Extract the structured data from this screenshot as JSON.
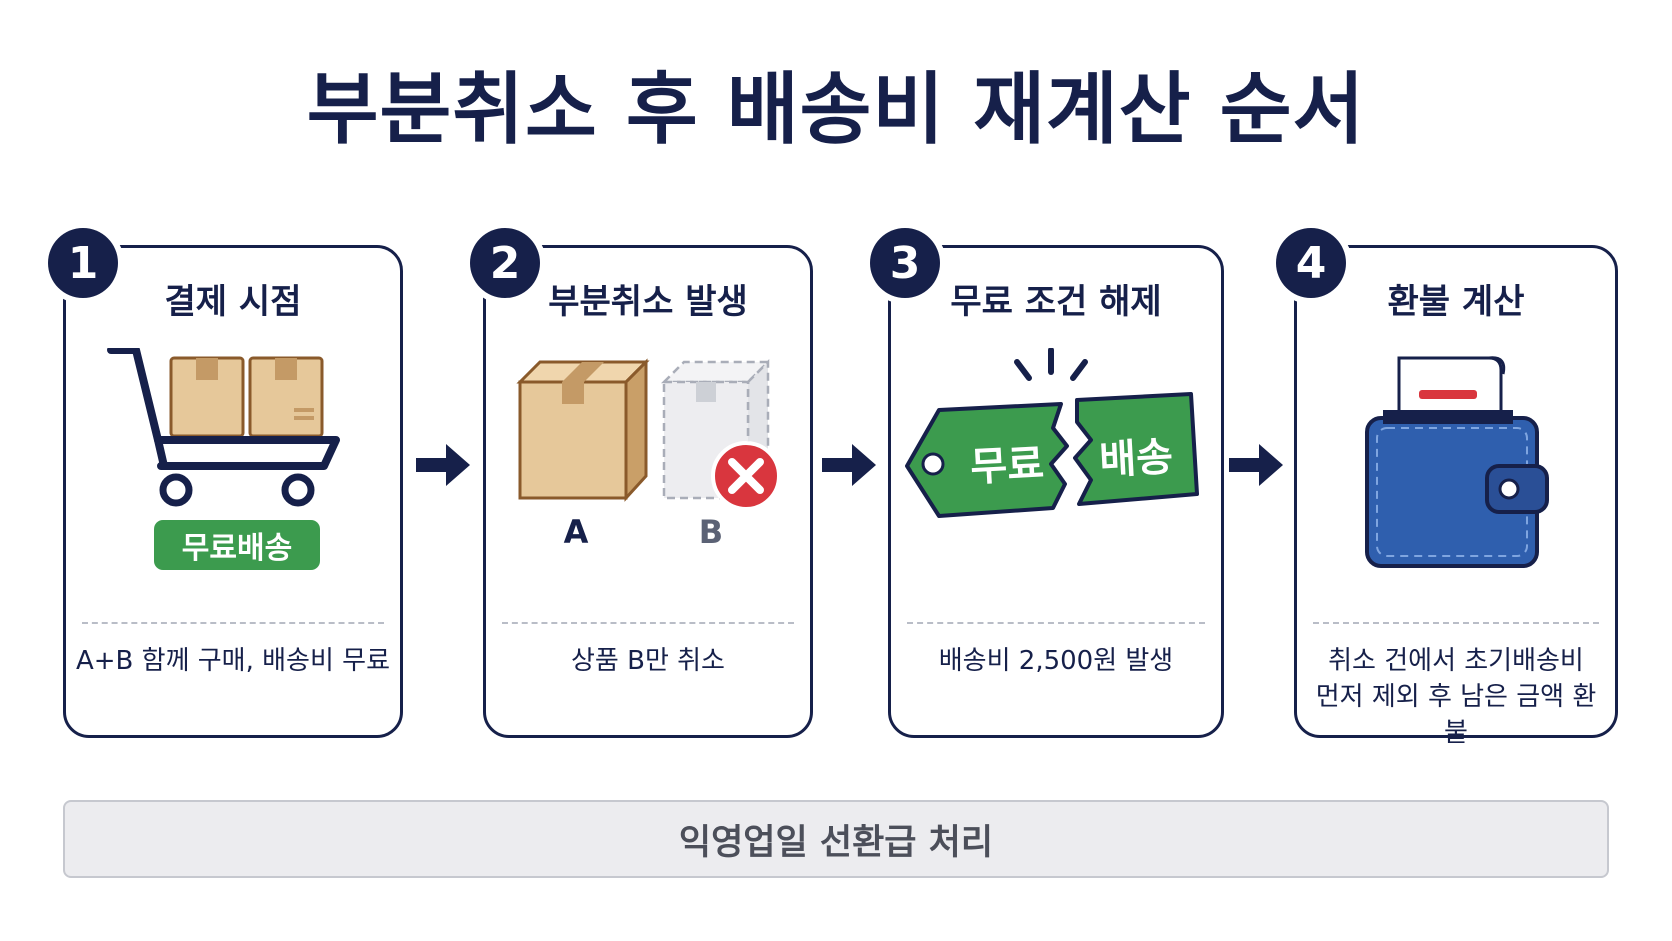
{
  "title": "부분취소 후 배송비 재계산 순서",
  "steps": [
    {
      "number": "1",
      "title": "결제 시점",
      "tag_label": "무료배송",
      "description": "A+B 함께 구매, 배송비 무료",
      "icon": "shopping-cart-icon"
    },
    {
      "number": "2",
      "title": "부분취소 발생",
      "box_a_label": "A",
      "box_b_label": "B",
      "description": "상품 B만 취소",
      "icon": "boxes-cancel-icon"
    },
    {
      "number": "3",
      "title": "무료 조건 해제",
      "tag_left": "무료",
      "tag_right": "배송",
      "description": "배송비 2,500원 발생",
      "icon": "broken-tag-icon"
    },
    {
      "number": "4",
      "title": "환불 계산",
      "description_line1": "취소 건에서 초기배송비",
      "description_line2": "먼저 제외 후 남은 금액 환불",
      "icon": "wallet-icon"
    }
  ],
  "footer": "익영업일 선환급 처리",
  "colors": {
    "navy": "#16204a",
    "green": "#3c9b4e",
    "box": "#e6c89a",
    "wallet": "#2f5fae",
    "red": "#d9363e"
  }
}
